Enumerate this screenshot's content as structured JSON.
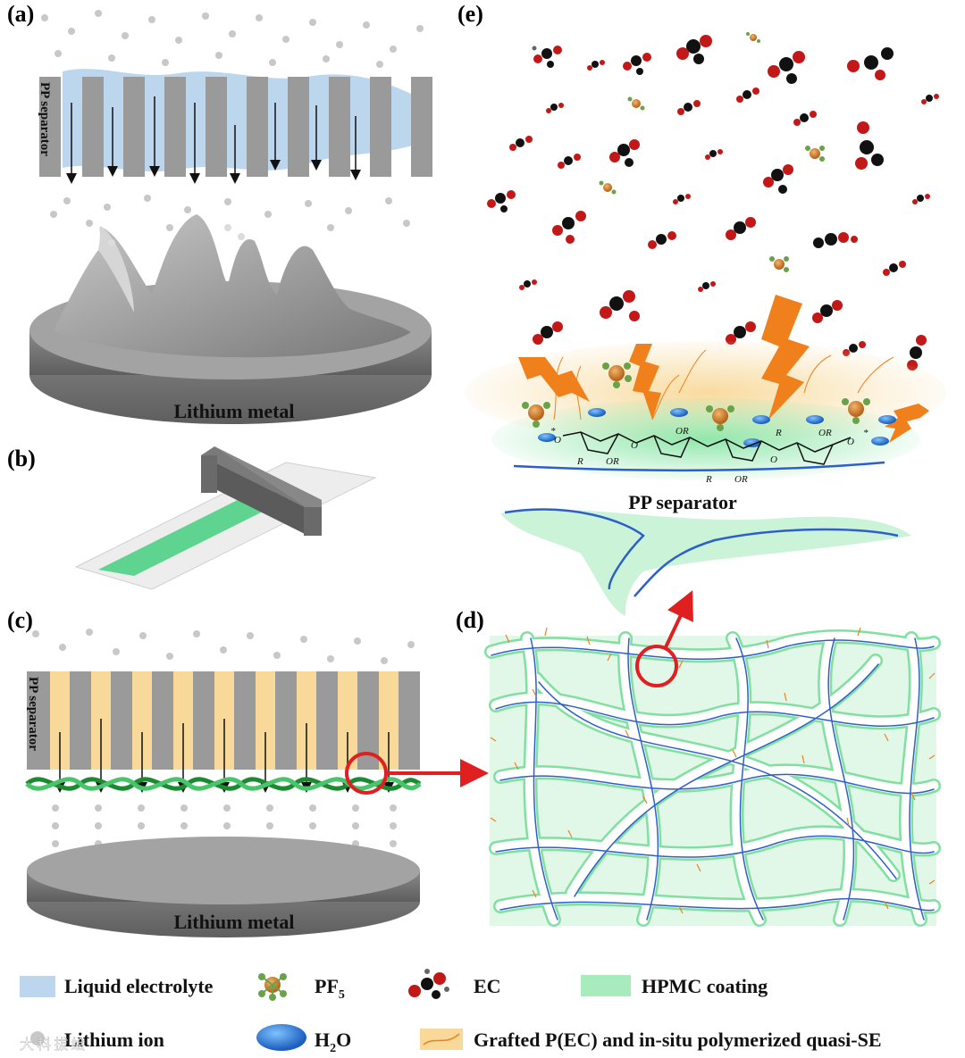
{
  "panels": {
    "a": {
      "label": "(a)",
      "separator": "PP separator",
      "metal": "Lithium metal"
    },
    "b": {
      "label": "(b)"
    },
    "c": {
      "label": "(c)",
      "separator": "PP separator",
      "metal": "Lithium metal"
    },
    "d": {
      "label": "(d)"
    },
    "e": {
      "label": "(e)",
      "separator": "PP separator"
    }
  },
  "chem": {
    "o1": "O",
    "o2": "O",
    "o3": "O",
    "o4": "O",
    "or1": "OR",
    "or2": "OR",
    "or3": "OR",
    "or4": "OR",
    "r1o1": "R",
    "r1o2": "R",
    "r1o3": "R",
    "star1": "*",
    "star2": "*"
  },
  "legend": {
    "liquid": "Liquid electrolyte",
    "pf5": "PF",
    "pf5_sub": "5",
    "ec": "EC",
    "hpmc": "HPMC coating",
    "li": "Lithium ion",
    "h2o_pre": "H",
    "h2o_sub": "2",
    "h2o_post": "O",
    "grafted": "Grafted P(EC) and in-situ polymerized quasi-SE",
    "watermark": "大 科 拔 绘"
  },
  "colors": {
    "separator": "#9a9a9a",
    "liquid": "#bcd6ee",
    "grafted": "#f8d99a",
    "hpmc": "#7fe0a0",
    "fiber": "#2d5fc9",
    "lightning": "#f0801c",
    "arrow": "#e02020",
    "metal": "#8c8c8c"
  }
}
